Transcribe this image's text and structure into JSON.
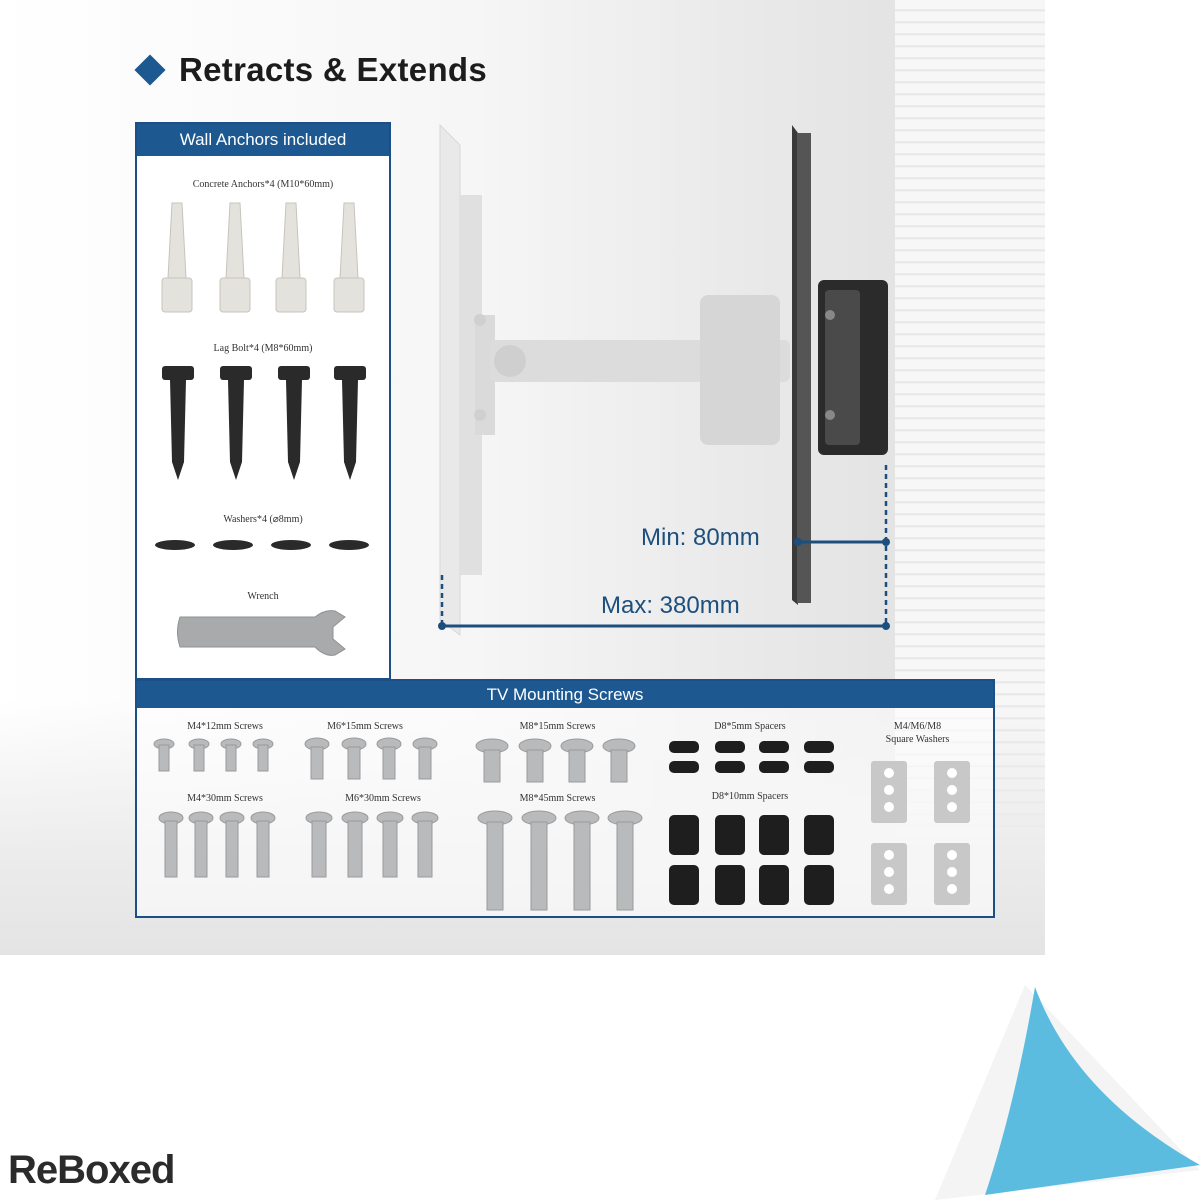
{
  "heading": {
    "title": "Retracts & Extends"
  },
  "wall_anchors": {
    "header": "Wall Anchors included",
    "concrete_anchors": "Concrete Anchors*4  (M10*60mm)",
    "lag_bolts": "Lag Bolt*4 (M8*60mm)",
    "washers": "Washers*4 (⌀8mm)",
    "wrench": "Wrench"
  },
  "dimensions": {
    "min": "Min: 80mm",
    "max": "Max: 380mm"
  },
  "mounting_screws": {
    "header": "TV Mounting Screws",
    "m4_12": "M4*12mm Screws",
    "m6_15": "M6*15mm Screws",
    "m8_15": "M8*15mm Screws",
    "d8_5": "D8*5mm Spacers",
    "washers_line1": "M4/M6/M8",
    "washers_line2": "Square Washers",
    "m4_30": "M4*30mm Screws",
    "m6_30": "M6*30mm Screws",
    "m8_45": "M8*45mm Screws",
    "d8_10": "D8*10mm Spacers"
  },
  "brand": {
    "logo": "ReBoxed"
  },
  "colors": {
    "accent": "#1d5890",
    "dimension": "#1d4f7e",
    "corner": "#5bbcdf"
  }
}
